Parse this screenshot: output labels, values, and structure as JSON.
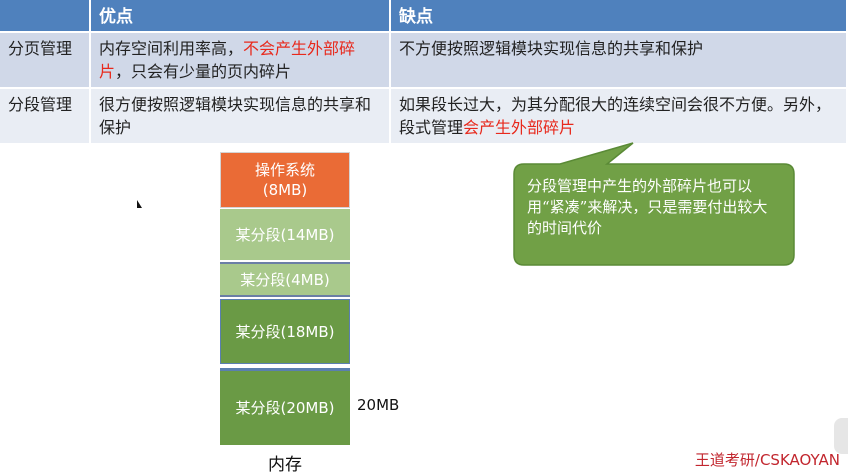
{
  "table": {
    "headers": [
      "",
      "优点",
      "缺点"
    ],
    "rows": [
      {
        "name": "分页管理",
        "pros_a": "内存空间利用率高，",
        "pros_red": "不会产生外部碎片",
        "pros_b": "，只会有少量的页内碎片",
        "cons_a": "不方便按照逻辑模块实现信息的共享和保护",
        "cons_red": "",
        "cons_b": ""
      },
      {
        "name": "分段管理",
        "pros_a": "很方便按照逻辑模块实现信息的共享和保护",
        "pros_red": "",
        "pros_b": "",
        "cons_a": "如果段长过大，为其分配很大的连续空间会很不方便。另外，段式管理",
        "cons_red": "会产生外部碎片",
        "cons_b": ""
      }
    ]
  },
  "memory": {
    "blocks": [
      {
        "line1": "操作系统",
        "line2": "(8MB)"
      },
      {
        "line1": "某分段(14MB)"
      },
      {
        "line1": "某分段(4MB)"
      },
      {
        "line1": "某分段(18MB)"
      },
      {
        "line1": "某分段(20MB)"
      }
    ],
    "side_label": "20MB",
    "title": "内存"
  },
  "callout": {
    "text": "分段管理中产生的外部碎片也可以用“紧凑”来解决，只是需要付出较大的时间代价"
  },
  "watermark": "王道考研/CSKAOYAN",
  "colors": {
    "header": "#4f81bd",
    "row1": "#d0d8e8",
    "row2": "#e9edf4",
    "highlight": "#e8291c",
    "os_block": "#ea6b36",
    "light_segment": "#a9c98c",
    "dark_segment": "#6a9a45",
    "callout": "#71a046"
  }
}
